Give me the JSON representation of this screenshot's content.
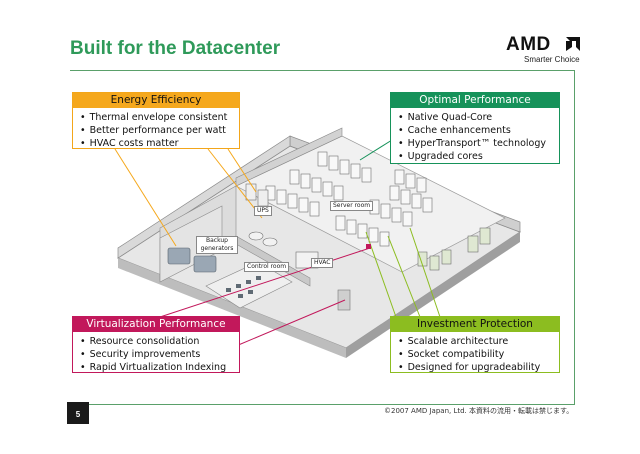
{
  "slide": {
    "title": "Built for the Datacenter",
    "page_number": "5",
    "footer": "©2007 AMD Japan, Ltd. 本資料の流用・転載は禁じます。"
  },
  "logo": {
    "wordmark": "AMD",
    "tagline": "Smarter Choice",
    "mark_icon": "amd-arrow-icon"
  },
  "colors": {
    "title": "#2f9a5a",
    "energy": "#f5a81d",
    "optimal": "#16925a",
    "virtualization": "#c2185b",
    "investment": "#8cbd20"
  },
  "boxes": {
    "energy": {
      "title": "Energy Efficiency",
      "items": [
        "Thermal envelope consistent",
        "Better performance per watt",
        "HVAC costs matter"
      ]
    },
    "optimal": {
      "title": "Optimal Performance",
      "items": [
        "Native Quad-Core",
        "Cache enhancements",
        "HyperTransport™ technology",
        "Upgraded cores"
      ]
    },
    "virtualization": {
      "title": "Virtualization Performance",
      "items": [
        "Resource consolidation",
        "Security improvements",
        "Rapid Virtualization Indexing"
      ]
    },
    "investment": {
      "title": "Investment Protection",
      "items": [
        "Scalable architecture",
        "Socket compatibility",
        "Designed for upgradeability"
      ]
    }
  },
  "diagram_labels": {
    "ups": "UPS",
    "server_room": "Server room",
    "backup_generators": "Backup generators",
    "control_room": "Control room",
    "hvac": "HVAC"
  }
}
